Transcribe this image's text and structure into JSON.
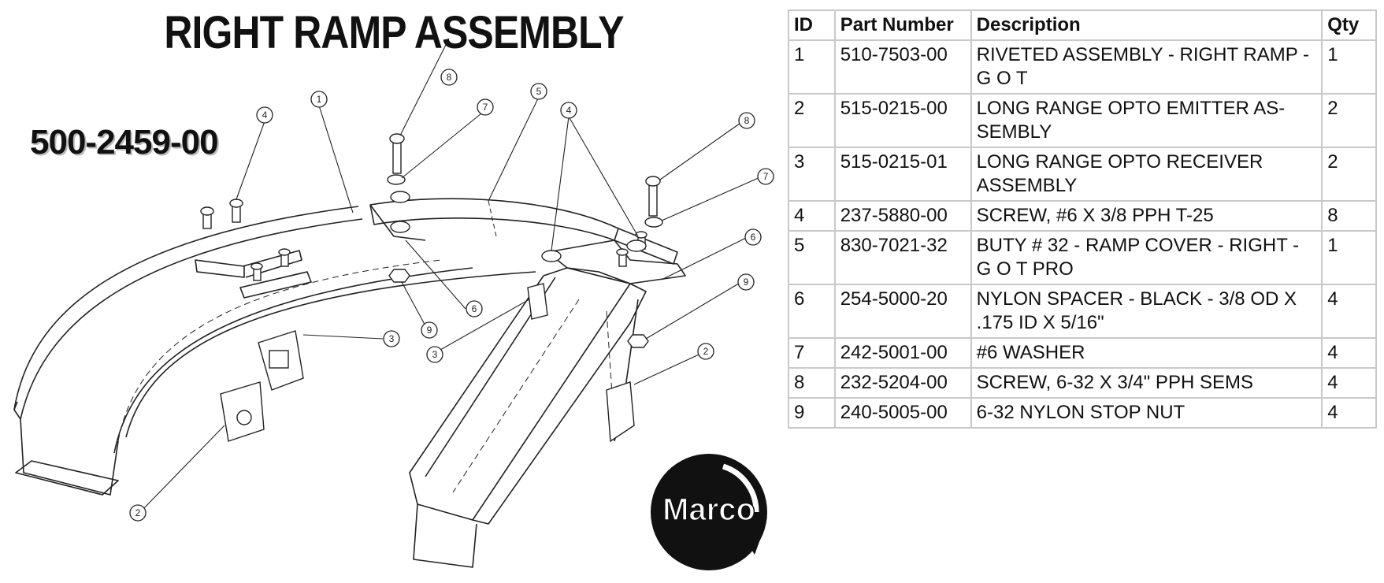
{
  "header": {
    "title": "RIGHT RAMP ASSEMBLY",
    "assembly_number": "500-2459-00"
  },
  "callouts": [
    "1",
    "2",
    "3",
    "4",
    "5",
    "6",
    "7",
    "8",
    "9"
  ],
  "callout_labels": {
    "c1": "1",
    "c2a": "2",
    "c2b": "2",
    "c3a": "3",
    "c3b": "3",
    "c4a": "4",
    "c4b": "4",
    "c5": "5",
    "c6a": "6",
    "c6b": "6",
    "c7a": "7",
    "c7b": "7",
    "c8a": "8",
    "c8b": "8",
    "c9a": "9",
    "c9b": "9"
  },
  "table": {
    "headers": [
      "ID",
      "Part Number",
      "Description",
      "Qty"
    ],
    "rows": [
      {
        "id": "1",
        "part": "510-7503-00",
        "desc": "RIVETED ASSEMBLY - RIGHT RAMP - G O T",
        "qty": "1"
      },
      {
        "id": "2",
        "part": "515-0215-00",
        "desc": "LONG RANGE OPTO EMITTER AS-SEMBLY",
        "qty": "2"
      },
      {
        "id": "3",
        "part": "515-0215-01",
        "desc": "LONG RANGE OPTO RECEIVER ASSEMBLY",
        "qty": "2"
      },
      {
        "id": "4",
        "part": "237-5880-00",
        "desc": "SCREW, #6 X 3/8 PPH T-25",
        "qty": "8"
      },
      {
        "id": "5",
        "part": "830-7021-32",
        "desc": "BUTY # 32 - RAMP COVER - RIGHT - G O T  PRO",
        "qty": "1"
      },
      {
        "id": "6",
        "part": "254-5000-20",
        "desc": "NYLON SPACER - BLACK - 3/8 OD X .175 ID X 5/16\"",
        "qty": "4"
      },
      {
        "id": "7",
        "part": "242-5001-00",
        "desc": "#6 WASHER",
        "qty": "4"
      },
      {
        "id": "8",
        "part": "232-5204-00",
        "desc": "SCREW, 6-32 X 3/4\" PPH SEMS",
        "qty": "4"
      },
      {
        "id": "9",
        "part": "240-5005-00",
        "desc": "6-32 NYLON STOP NUT",
        "qty": "4"
      }
    ]
  },
  "logo": {
    "text": "Marco",
    "color": "#111111"
  }
}
